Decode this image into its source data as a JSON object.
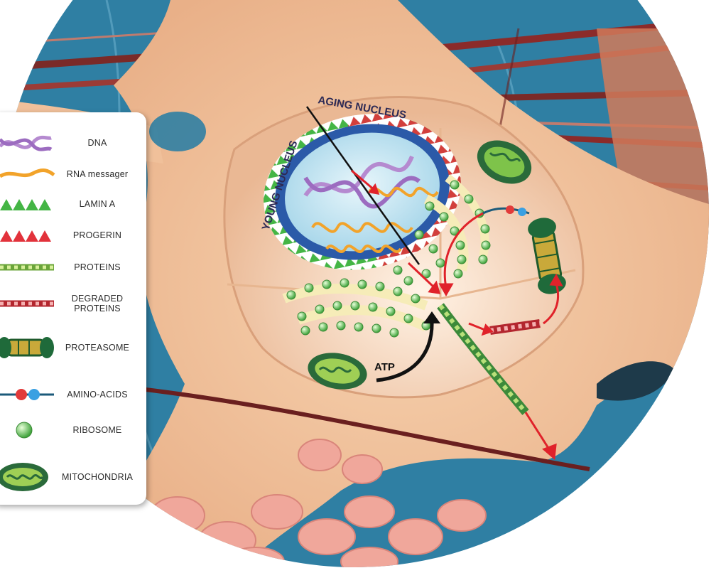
{
  "diagram": {
    "nucleus_labels": {
      "young": "YOUNG NUCLEUS",
      "aging": "AGING NUCLEUS"
    },
    "atp_label": "ATP",
    "legend": [
      {
        "icon": "dna-icon",
        "label": "DNA"
      },
      {
        "icon": "rna-messenger-icon",
        "label": "RNA messager"
      },
      {
        "icon": "lamin-a-icon",
        "label": "LAMIN A"
      },
      {
        "icon": "progerin-icon",
        "label": "PROGERIN"
      },
      {
        "icon": "proteins-icon",
        "label": "PROTEINS"
      },
      {
        "icon": "degraded-proteins-icon",
        "label": "DEGRADED\nPROTEINS"
      },
      {
        "icon": "proteasome-icon",
        "label": "PROTEASOME"
      },
      {
        "icon": "amino-acids-icon",
        "label": "AMINO-ACIDS"
      },
      {
        "icon": "ribosome-icon",
        "label": "RIBOSOME"
      },
      {
        "icon": "mitochondria-icon",
        "label": "MITOCHONDRIA"
      }
    ],
    "colors": {
      "background_blue": "#2f7fa3",
      "cell_skin": "#f3c7a0",
      "fiber_red": "#8b2b2a",
      "nucleus_blue": "#2b5aa8",
      "lamin_green": "#49b84a",
      "progerin_red": "#e0303a",
      "dna_purple": "#b58ad0",
      "rna_orange": "#f2a32a",
      "ribosome_green": "#7dcf6a"
    }
  }
}
